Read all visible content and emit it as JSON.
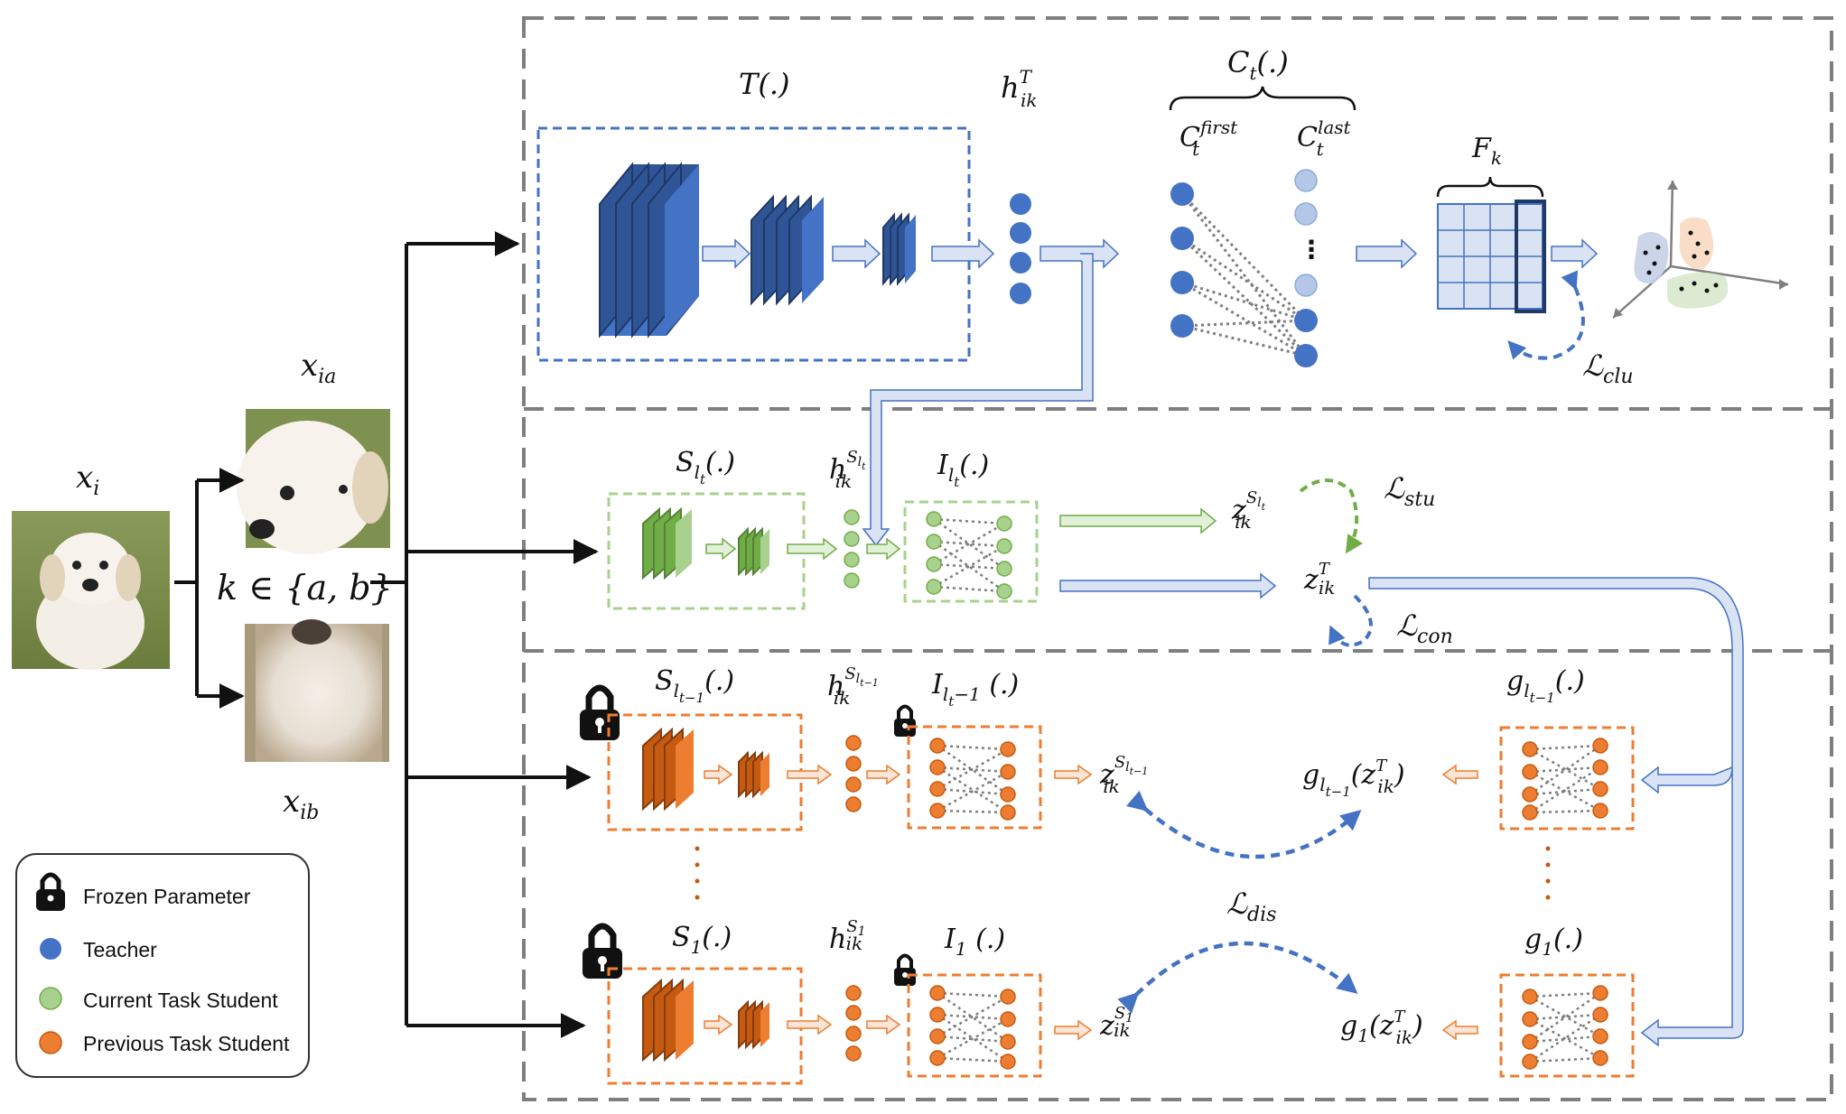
{
  "labels": {
    "teacher_fn": "T(.)",
    "teacher_feat": {
      "base": "h",
      "sub": "ik",
      "sup": "T"
    },
    "cluster_head": {
      "base": "C",
      "sub": "t",
      "tail": "(.)"
    },
    "cluster_first": {
      "base": "C",
      "sub": "t",
      "sup": "first"
    },
    "cluster_last": {
      "base": "C",
      "sub": "t",
      "sup": "last"
    },
    "fk": {
      "base": "F",
      "sub": "k"
    },
    "loss_clu": {
      "base": "ℒ",
      "sub": "clu"
    },
    "stu_fn": {
      "base": "S",
      "sub": "l",
      "subsub": "t",
      "tail": "(.)"
    },
    "stu_feat": {
      "base": "h",
      "sub": "ik",
      "sup": "S",
      "supsub": "l",
      "supsubsub": "t"
    },
    "stu_proj": {
      "base": "I",
      "sub": "l",
      "subsub": "t",
      "tail": "(.)"
    },
    "z_stu": {
      "base": "z",
      "sub": "ik",
      "sup": "S",
      "supsub": "l",
      "supsubsub": "t"
    },
    "z_teacher": {
      "base": "z",
      "sub": "ik",
      "sup": "T"
    },
    "loss_stu": {
      "base": "ℒ",
      "sub": "stu"
    },
    "loss_con": {
      "base": "ℒ",
      "sub": "con"
    },
    "prev_fn": {
      "base": "S",
      "sub": "l",
      "subsub": "t−1",
      "tail": "(.)"
    },
    "prev_feat": {
      "base": "h",
      "sub": "ik",
      "sup": "S",
      "supsub": "l",
      "supsubsub": "t−1"
    },
    "prev_proj": {
      "base": "I",
      "sub": "l",
      "subsub": "t",
      "subtail": "−1",
      "tail": " (.)"
    },
    "z_prev": {
      "base": "z",
      "sub": "ik",
      "sup": "S",
      "supsub": "l",
      "supsubsub": "t−1"
    },
    "g_prev_fn": {
      "base": "g",
      "sub": "l",
      "subsub": "t−1",
      "tail": "(.)"
    },
    "g_prev_z": {
      "base": "g",
      "sub": "l",
      "subsub": "t−1",
      "mid": "(z",
      "midsub": "ik",
      "midsup": "T",
      "tail": ")"
    },
    "loss_dis": {
      "base": "ℒ",
      "sub": "dis"
    },
    "s1_fn": {
      "base": "S",
      "sub": "1",
      "tail": "(.)"
    },
    "s1_feat": {
      "base": "h",
      "sub": "ik",
      "sup": "S",
      "supsub": "1"
    },
    "i1_fn": {
      "base": "I",
      "sub": "1",
      "tail": " (.)"
    },
    "z_s1": {
      "base": "z",
      "sub": "ik",
      "sup": "S",
      "supsub": "1"
    },
    "g1_fn": {
      "base": "g",
      "sub": "1",
      "tail": "(.)"
    },
    "g1_z": {
      "base": "g",
      "sub": "1",
      "mid": "(z",
      "midsub": "ik",
      "midsup": "T",
      "tail": ")"
    },
    "xi": {
      "base": "x",
      "sub": "i"
    },
    "xia": {
      "base": "x",
      "sub": "ia"
    },
    "xib": {
      "base": "x",
      "sub": "ib"
    },
    "k_set": "k ∈ {a, b}"
  },
  "legend": {
    "frozen": "Frozen Parameter",
    "teacher": "Teacher",
    "current": "Current Task Student",
    "previous": "Previous Task Student"
  },
  "colors": {
    "teacher": "#4472c4",
    "teacher_light": "#b4c7e7",
    "student_current": "#a9d18e",
    "student_current_dark": "#70ad47",
    "student_previous": "#ed7d31",
    "dashed_section": "#7f7f7f"
  }
}
